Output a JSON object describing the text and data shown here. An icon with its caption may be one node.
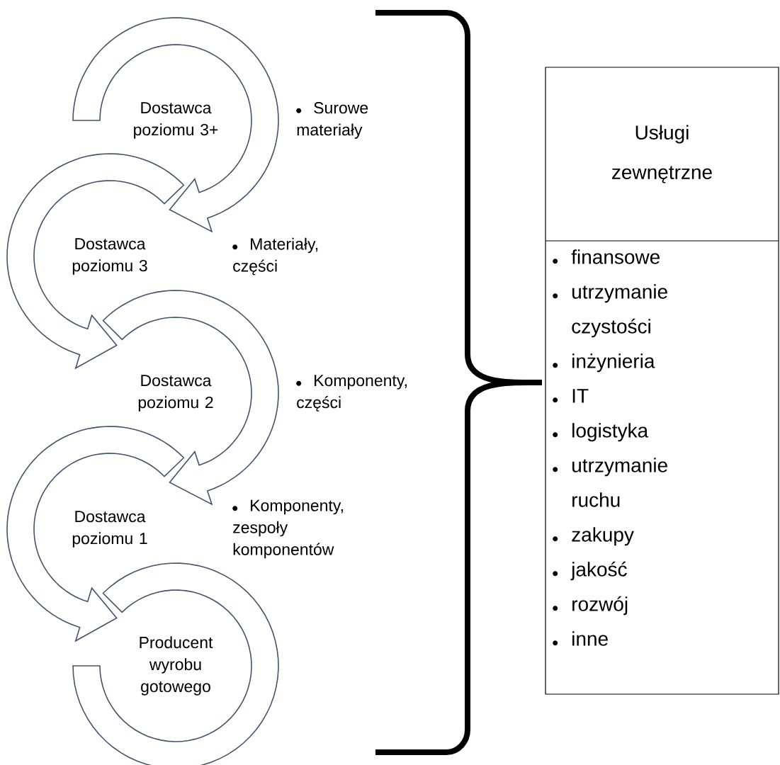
{
  "diagram": {
    "nodes": [
      {
        "text": [
          "Dostawca poziomu 3+"
        ]
      },
      {
        "text": [
          "Dostawca poziomu 3"
        ]
      },
      {
        "text": [
          "Dostawca poziomu 2"
        ]
      },
      {
        "text": [
          "Dostawca poziomu 1"
        ]
      },
      {
        "text": [
          "Producent wyrobu gotowego"
        ]
      },
      {
        "text": [
          "Usługi zewnętrzne",
          "finansowe",
          "utrzymanie czystości",
          "inżynieria",
          "IT",
          "logistyka",
          "utrzymanie ruchu",
          "zakupy",
          "jakość",
          "rozwój",
          "inne"
        ]
      }
    ],
    "edges": [
      {
        "from": 0,
        "to": 1,
        "arrow": "to"
      },
      {
        "from": 1,
        "to": 2,
        "arrow": "to"
      },
      {
        "from": 2,
        "to": 3,
        "arrow": "to"
      },
      {
        "from": 3,
        "to": 4,
        "arrow": "to"
      }
    ],
    "labels": [
      "Surowe materiały",
      "Materiały, części",
      "Komponenty, części",
      "Komponenty, zespoły komponentów"
    ]
  }
}
